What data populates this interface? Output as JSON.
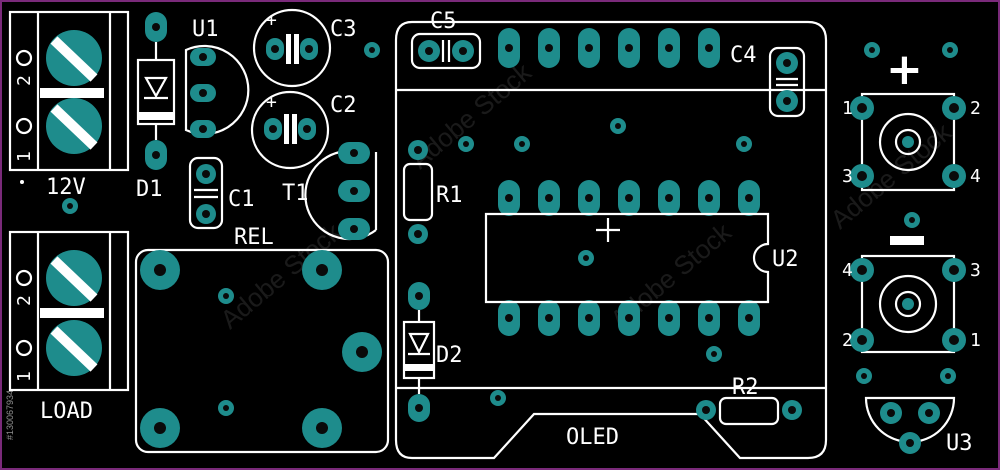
{
  "labels": {
    "u1": "U1",
    "c3": "C3",
    "c5": "C5",
    "c4": "C4",
    "c2": "C2",
    "c1": "C1",
    "d1": "D1",
    "t1": "T1",
    "r1": "R1",
    "rel": "REL",
    "u2": "U2",
    "d2": "D2",
    "r2": "R2",
    "oled": "OLED",
    "u3": "U3",
    "v12": "12V",
    "load": "LOAD",
    "plus": "+",
    "minus": "−",
    "cap_plus": "+",
    "term_pin_1": "1",
    "term_pin_2": "2",
    "btn_top_pin1": "1",
    "btn_top_pin2": "2",
    "btn_top_pin3": "3",
    "btn_top_pin4": "4",
    "btn_bot_pin1": "1",
    "btn_bot_pin2": "2",
    "btn_bot_pin3": "3",
    "btn_bot_pin4": "4"
  },
  "watermark": {
    "text": "Adobe Stock",
    "side_text": "#130067934"
  },
  "colors": {
    "board": "#000000",
    "pad": "#1e8c8c",
    "silkscreen": "#ffffff",
    "border": "#7a2a7a"
  }
}
